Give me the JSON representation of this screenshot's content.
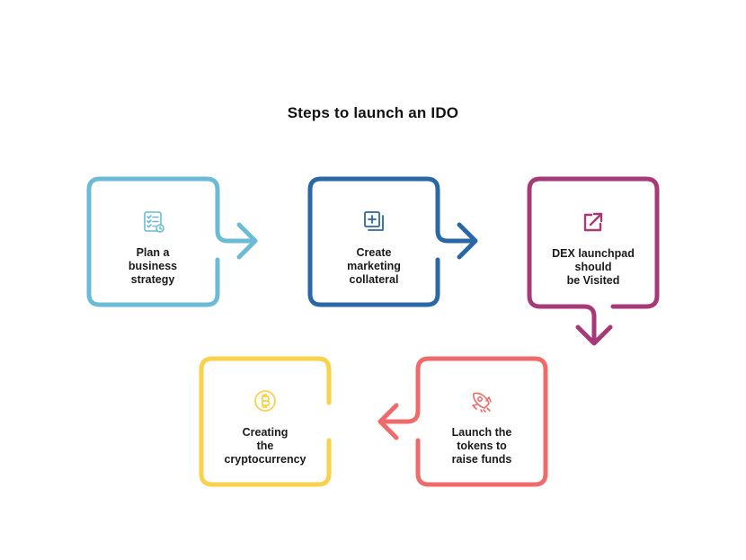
{
  "title": "Steps to launch an IDO",
  "colors": {
    "plan": "#6bbad6",
    "create": "#2a67a6",
    "dex": "#a63a78",
    "launch": "#ef6b6b",
    "crypto": "#f9d14a"
  },
  "steps": [
    {
      "id": "plan",
      "icon": "checklist-icon",
      "lines": [
        "Plan a",
        "business",
        "strategy"
      ]
    },
    {
      "id": "create",
      "icon": "add-copy-icon",
      "lines": [
        "Create",
        "marketing",
        "collateral"
      ]
    },
    {
      "id": "dex",
      "icon": "external-link-icon",
      "lines": [
        "DEX launchpad",
        "should",
        "be Visited"
      ]
    },
    {
      "id": "launch",
      "icon": "rocket-icon",
      "lines": [
        "Launch the",
        "tokens to",
        "raise funds"
      ]
    },
    {
      "id": "crypto",
      "icon": "bitcoin-icon",
      "lines": [
        "Creating",
        "the",
        "cryptocurrency"
      ]
    }
  ]
}
